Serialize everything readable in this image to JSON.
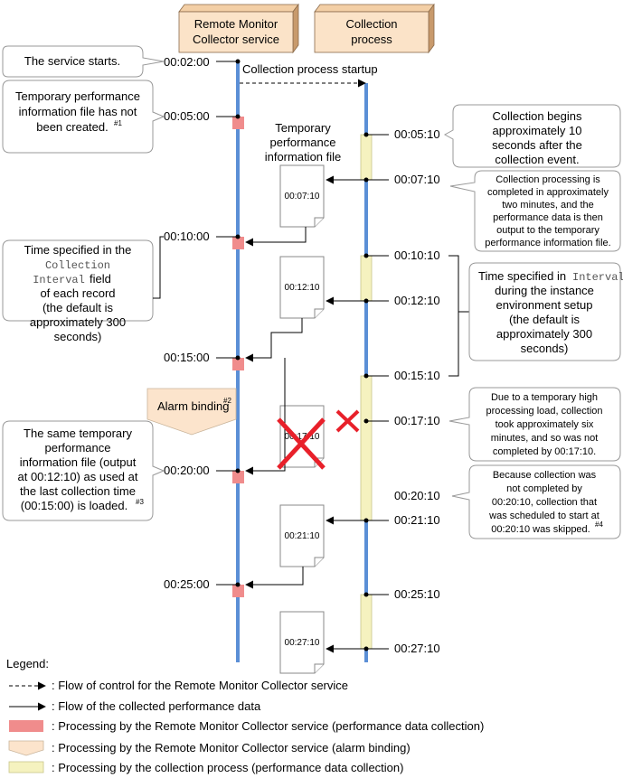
{
  "headers": {
    "collector": [
      "Remote Monitor",
      "Collector service"
    ],
    "process": [
      "Collection",
      "process"
    ]
  },
  "left_times": [
    "00:02:00",
    "00:05:00",
    "00:10:00",
    "00:15:00",
    "00:20:00",
    "00:25:00"
  ],
  "right_times": [
    "00:05:10",
    "00:07:10",
    "00:10:10",
    "00:12:10",
    "00:15:10",
    "00:17:10",
    "00:20:10",
    "00:21:10",
    "00:25:10",
    "00:27:10"
  ],
  "file_times": [
    "00:07:10",
    "00:12:10",
    "00:17:10",
    "00:21:10",
    "00:27:10"
  ],
  "startup_label": "Collection process startup",
  "temp_file_label": [
    "Temporary",
    "performance",
    "information file"
  ],
  "alarm_binding": {
    "label": "Alarm binding",
    "note": "#2"
  },
  "left_callouts": {
    "service_starts": "The service starts.",
    "not_created": {
      "lines": [
        "Temporary performance",
        "information file has not",
        "been created."
      ],
      "note": "#1"
    },
    "interval": {
      "line1": "Time specified in the",
      "mono1": "Collection",
      "mono2": "Interval",
      "field": " field",
      "lines": [
        "of each record",
        "(the default is",
        "approximately 300",
        "seconds)"
      ]
    },
    "same_file": {
      "lines": [
        "The same temporary",
        "performance",
        "information file (output",
        "at 00:12:10) as used at",
        "the last collection time",
        "(00:15:00) is loaded."
      ],
      "note": "#3"
    }
  },
  "right_callouts": {
    "begins": [
      "Collection begins",
      "approximately 10",
      "seconds after the",
      "collection event."
    ],
    "completed": [
      "Collection processing is",
      "completed in approximately",
      "two minutes, and the",
      "performance data is then",
      "output to the temporary",
      "performance information file."
    ],
    "interval": {
      "prefix": "Time specified in ",
      "mono": "Interval",
      "lines": [
        "during the instance",
        "environment setup",
        "(the default  is",
        "approximately 300",
        "seconds)"
      ]
    },
    "high_load": [
      "Due to a temporary high",
      "processing load, collection",
      "took approximately six",
      "minutes, and so was not",
      "completed by 00:17:10."
    ],
    "skipped": {
      "lines": [
        "Because collection was",
        "not completed by",
        "00:20:10, collection that",
        "was scheduled to start at",
        "00:20:10 was skipped."
      ],
      "note": "#4"
    }
  },
  "legend": {
    "title": "Legend:",
    "items": [
      ": Flow of control for the Remote Monitor Collector service",
      ": Flow of the collected performance data",
      ": Processing by the Remote Monitor Collector service (performance data collection)",
      ": Processing by the Remote Monitor Collector service (alarm binding)",
      ": Processing by the collection process (performance data collection)"
    ]
  },
  "colors": {
    "timeline": "#5b8fd6",
    "collector_proc": "#f08c8c",
    "alarm": "#fce4cc",
    "process_proc": "#f5f2bf",
    "header": "#fbe3c8",
    "header_side": "#c89a6c",
    "cross": "#e8202a"
  }
}
